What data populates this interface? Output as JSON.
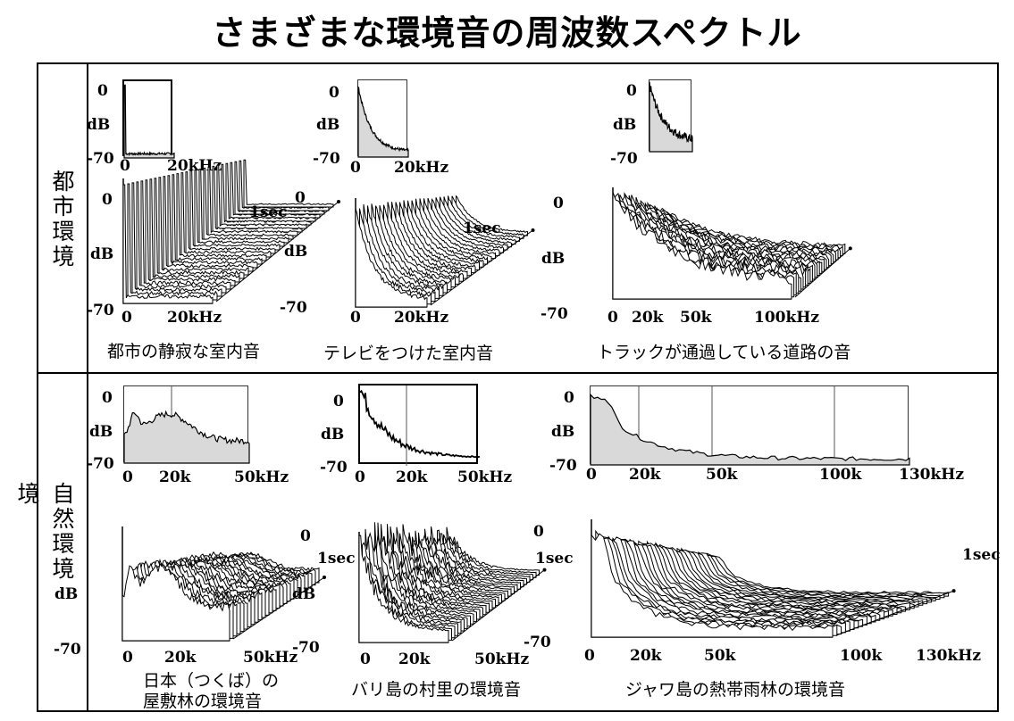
{
  "title": "さまざまな環境音の周波数スペクトル",
  "row_labels": {
    "urban": "都市環境",
    "natural": "自然環境",
    "side_char": "境"
  },
  "axis": {
    "zero": "0",
    "db": "dB",
    "minus70": "-70",
    "one_sec": "1sec"
  },
  "panels": [
    {
      "id": "quiet-room",
      "caption": "都市の静寂な室内音",
      "small": {
        "ticks": [
          "0",
          "20kHz"
        ]
      },
      "large": {
        "ticks": [
          "0",
          "20kHz"
        ]
      }
    },
    {
      "id": "tv-room",
      "caption": "テレビをつけた室内音",
      "small": {
        "ticks": [
          "0",
          "20kHz"
        ]
      },
      "large": {
        "ticks": [
          "0",
          "20kHz"
        ]
      }
    },
    {
      "id": "truck-road",
      "caption": "トラックが通過している道路の音",
      "large": {
        "ticks": [
          "0",
          "20k",
          "50k",
          "100kHz"
        ]
      }
    },
    {
      "id": "tsukuba-forest",
      "caption_line1": "日本（つくば）の",
      "caption_line2": "屋敷林の環境音",
      "small": {
        "ticks": [
          "0",
          "20k",
          "50kHz"
        ]
      },
      "large": {
        "ticks": [
          "0",
          "20k",
          "50kHz"
        ]
      }
    },
    {
      "id": "bali-village",
      "caption": "バリ島の村里の環境音",
      "small": {
        "ticks": [
          "0",
          "20k",
          "50kHz"
        ]
      },
      "large": {
        "ticks": [
          "0",
          "20k",
          "50kHz"
        ]
      }
    },
    {
      "id": "java-rainforest",
      "caption": "ジャワ島の熱帯雨林の環境音",
      "small": {
        "ticks": [
          "0",
          "20k",
          "50k",
          "100k",
          "130kHz"
        ]
      },
      "large": {
        "ticks": [
          "0",
          "20k",
          "50k",
          "100k",
          "130kHz"
        ]
      }
    }
  ],
  "colors": {
    "fill": "#d9d9d9",
    "line": "#000000"
  }
}
